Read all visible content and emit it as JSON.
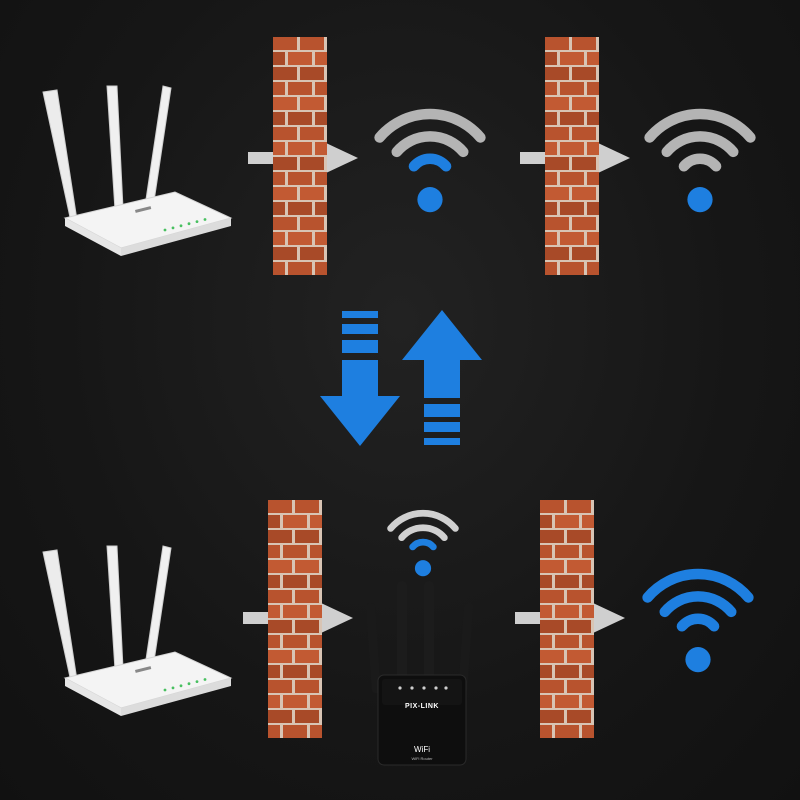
{
  "colors": {
    "background": "#161616",
    "brick": "#b8532e",
    "mortar": "#d8c4b4",
    "wifi_weak": "#b4b4b4",
    "wifi_strong": "#1e7fe0",
    "arrow": "#cfcfcf",
    "transfer_arrows": "#1e7fe0",
    "router_body": "#f4f4f4",
    "extender_body": "#111111"
  },
  "top_row": {
    "router_icon": "router-icon",
    "wall_1_icon": "brick-wall-icon",
    "signal_1": {
      "icon": "wifi-icon",
      "strength": "weak"
    },
    "wall_2_icon": "brick-wall-icon",
    "signal_2": {
      "icon": "wifi-icon",
      "strength": "weakest"
    }
  },
  "middle": {
    "down_arrow_icon": "download-arrow-icon",
    "up_arrow_icon": "upload-arrow-icon"
  },
  "bottom_row": {
    "router_icon": "router-icon",
    "wall_1_icon": "brick-wall-icon",
    "extender": {
      "icon": "wifi-extender-icon",
      "brand": "PIX-LINK",
      "wifi_mark": "WiFi",
      "subtitle": "WiFi Router"
    },
    "wall_2_icon": "brick-wall-icon",
    "signal": {
      "icon": "wifi-icon",
      "strength": "strong"
    }
  }
}
